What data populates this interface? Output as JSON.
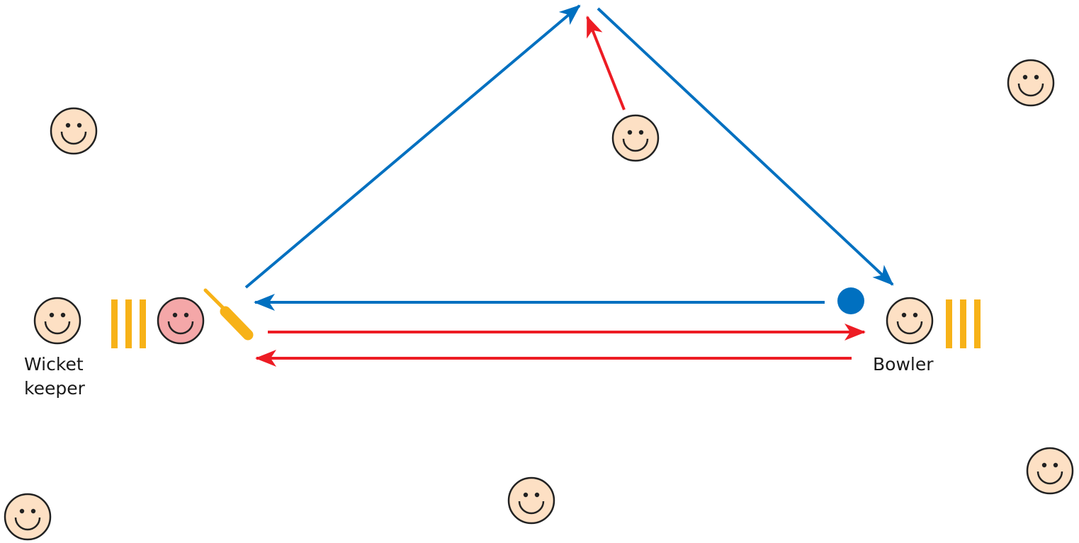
{
  "labels": {
    "wicket_keeper": [
      "Wicket",
      "keeper"
    ],
    "bowler": "Bowler"
  },
  "colors": {
    "face_fill": "#fde0c4",
    "batsman_fill": "#f4a7a8",
    "outline": "#222222",
    "ball_path": "#0070c0",
    "run_path": "#ed1c24",
    "stumps": "#f7b218",
    "bat": "#f7b218",
    "ball": "#0070c0"
  },
  "icons": {
    "player": "smiley-face-icon",
    "batsman": "smiley-face-icon",
    "stumps": "stumps-icon",
    "bat": "cricket-bat-icon",
    "ball": "ball-icon"
  }
}
